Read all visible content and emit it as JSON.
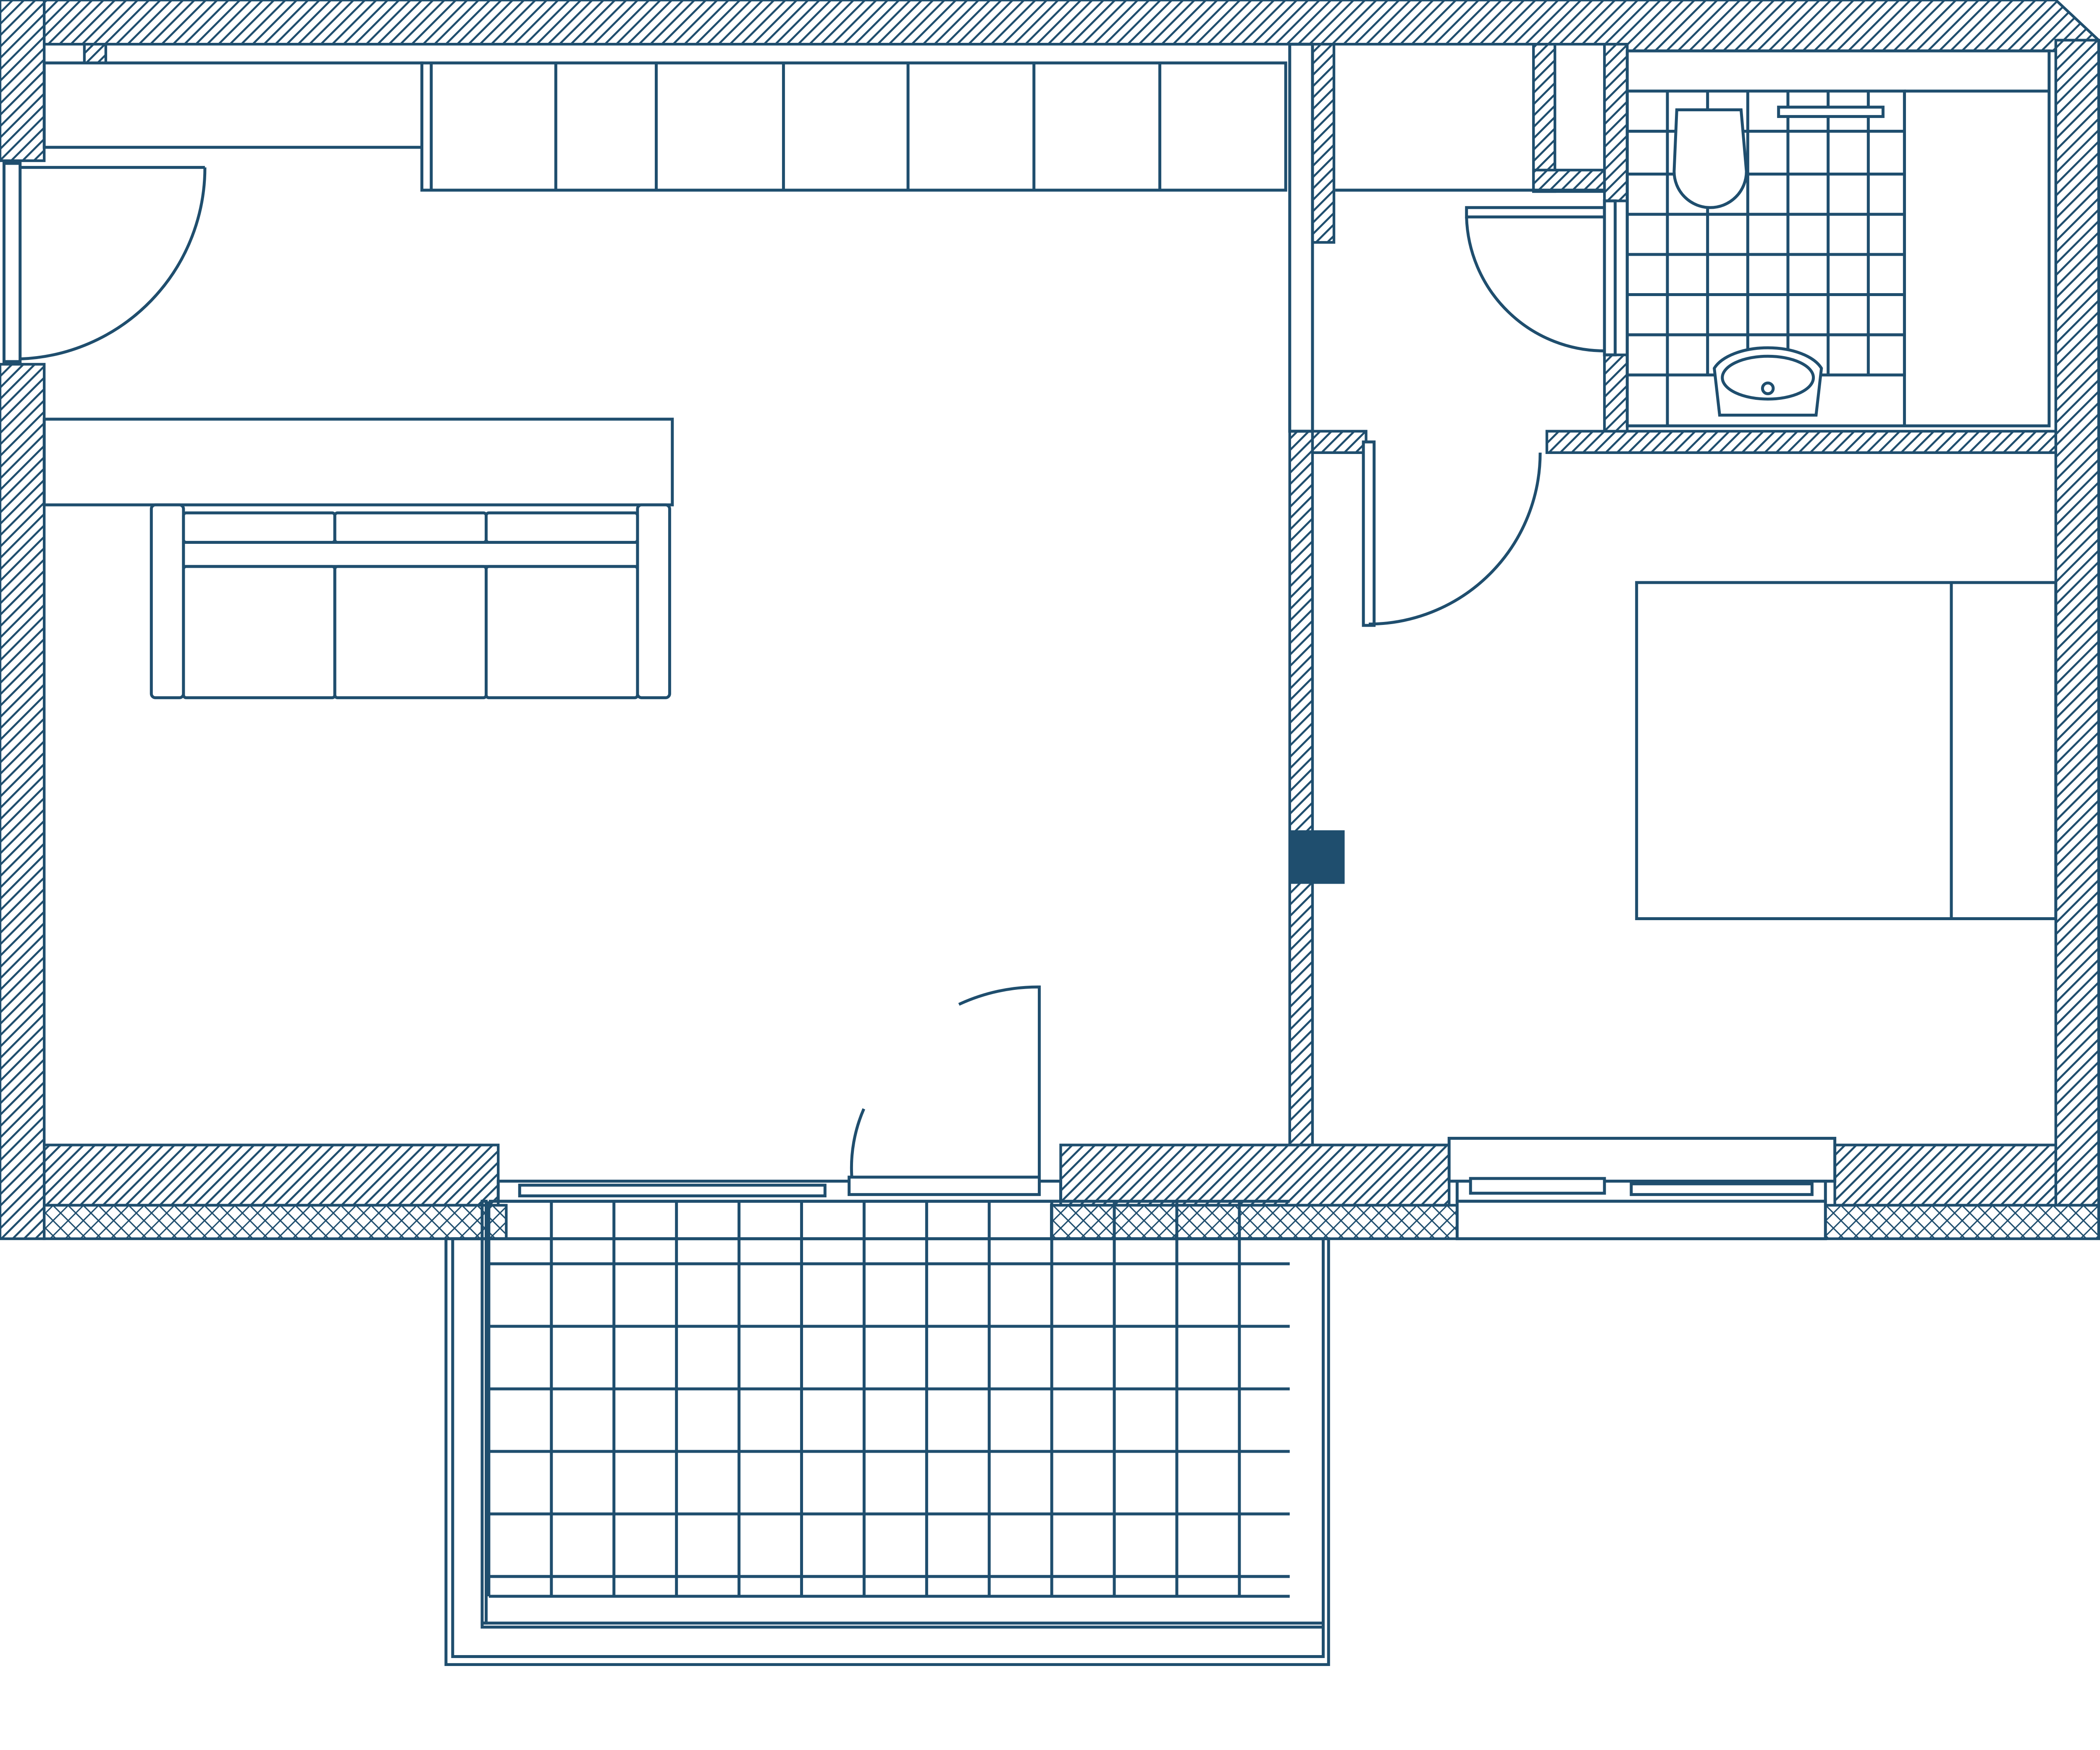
{
  "plan": {
    "rooms": [
      "living-kitchen",
      "bedroom",
      "bathroom",
      "hallway",
      "balcony"
    ],
    "colors": {
      "line": "#1f4e6e",
      "background": "#ffffff"
    }
  }
}
